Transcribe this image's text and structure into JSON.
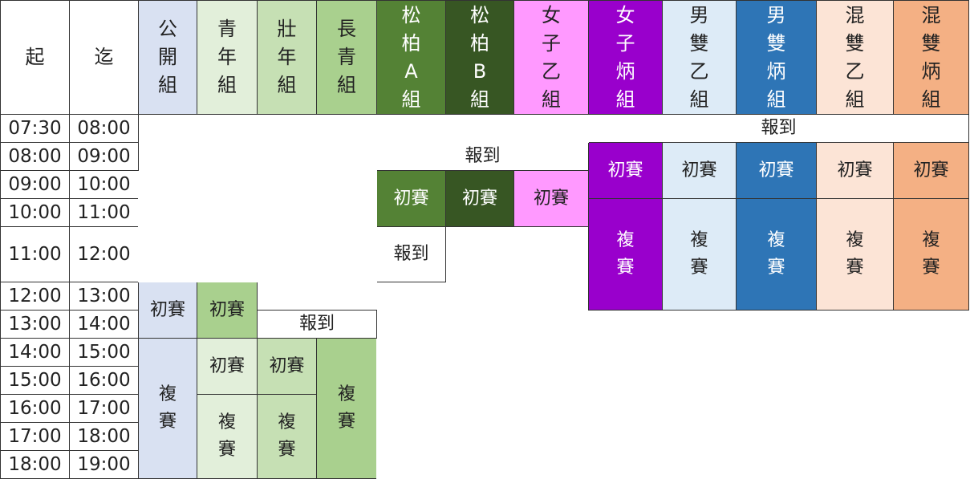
{
  "header": {
    "start": "起",
    "end": "迄",
    "groups": [
      {
        "name": "公\n開\n組"
      },
      {
        "name": "青\n年\n組"
      },
      {
        "name": "壯\n年\n組"
      },
      {
        "name": "長\n青\n組"
      },
      {
        "name": "松\n柏\nA\n組"
      },
      {
        "name": "松\n柏\nB\n組"
      },
      {
        "name": "女\n子\n乙\n組"
      },
      {
        "name": "女\n子\n炳\n組"
      },
      {
        "name": "男\n雙\n乙\n組"
      },
      {
        "name": "男\n雙\n炳\n組"
      },
      {
        "name": "混\n雙\n乙\n組"
      },
      {
        "name": "混\n雙\n炳\n組"
      }
    ]
  },
  "colors": {
    "open": "#d9e1f2",
    "youth": "#e2efda",
    "middle": "#c6e0b4",
    "senior": "#a9d08e",
    "pineA": "#548235",
    "pineB": "#375623",
    "womenB": "#ff99ff",
    "womenC": "#9900cc",
    "menB": "#ddebf7",
    "menC": "#2e75b6",
    "mixedB": "#fce4d6",
    "mixedC": "#f4b084"
  },
  "times": [
    {
      "start": "07:30",
      "end": "08:00"
    },
    {
      "start": "08:00",
      "end": "09:00"
    },
    {
      "start": "09:00",
      "end": "10:00"
    },
    {
      "start": "10:00",
      "end": "11:00"
    },
    {
      "start": "11:00",
      "end": "12:00"
    },
    {
      "start": "12:00",
      "end": "13:00"
    },
    {
      "start": "13:00",
      "end": "14:00"
    },
    {
      "start": "14:00",
      "end": "15:00"
    },
    {
      "start": "15:00",
      "end": "16:00"
    },
    {
      "start": "16:00",
      "end": "17:00"
    },
    {
      "start": "17:00",
      "end": "18:00"
    },
    {
      "start": "18:00",
      "end": "19:00"
    }
  ],
  "events": {
    "report": "報到",
    "prelim": "初賽",
    "final_vertical": "複\n賽"
  }
}
